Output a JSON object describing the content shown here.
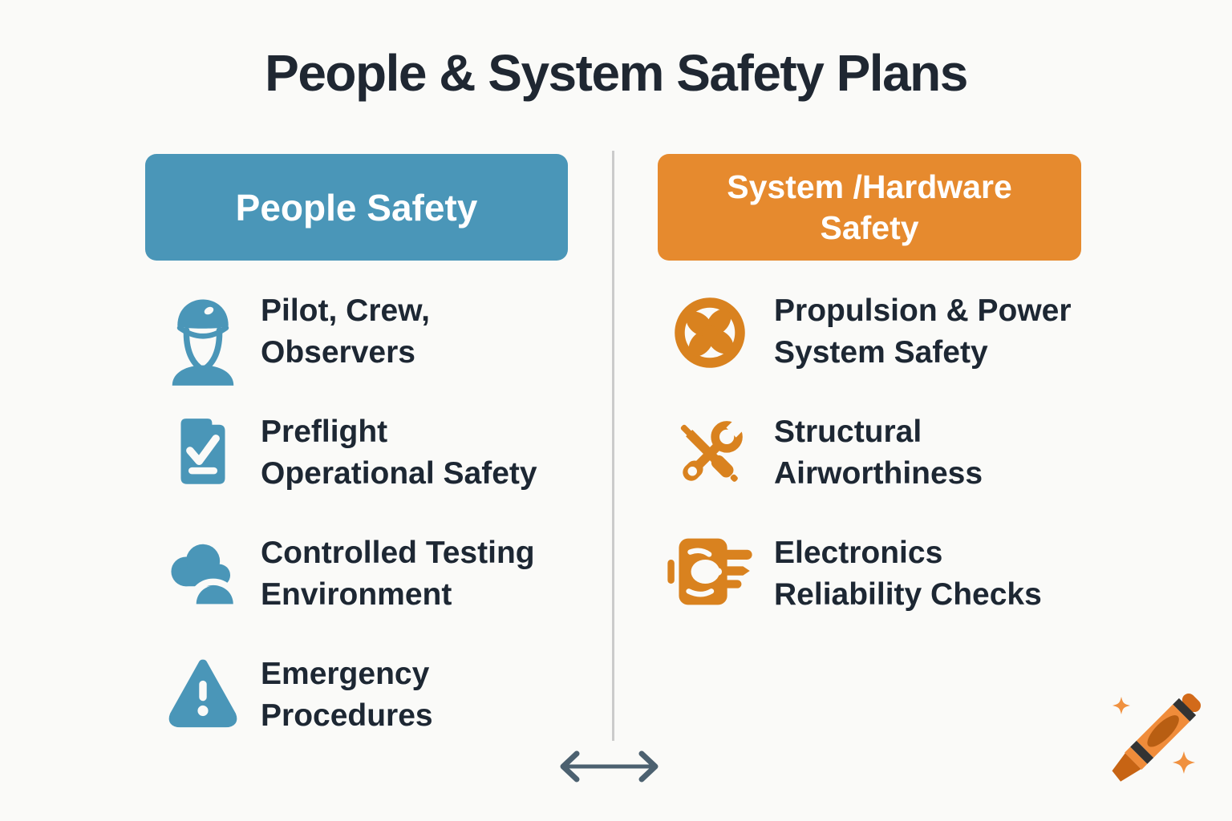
{
  "title": "People & System Safety Plans",
  "colors": {
    "people_accent": "#4A96B8",
    "system_accent": "#E68A2E",
    "system_icon": "#D9821F",
    "text": "#1D2733",
    "divider": "#CBCBCB",
    "arrow": "#4C6170",
    "background": "#FAFAF8"
  },
  "columns": [
    {
      "id": "people-safety",
      "header_lines": [
        "People Safety"
      ],
      "items": [
        {
          "icon": "pilot-icon",
          "lines": [
            "Pilot, Crew,",
            "Observers"
          ]
        },
        {
          "icon": "checklist-icon",
          "lines": [
            "Preflight",
            "Operational Safety"
          ]
        },
        {
          "icon": "cloud-icon",
          "lines": [
            "Controlled Testing",
            "Environment"
          ]
        },
        {
          "icon": "warning-icon",
          "lines": [
            "Emergency",
            "Procedures"
          ]
        }
      ]
    },
    {
      "id": "system-hardware-safety",
      "header_lines": [
        "System /Hardware",
        "Safety"
      ],
      "items": [
        {
          "icon": "propeller-icon",
          "lines": [
            "Propulsion & Power",
            "System Safety"
          ]
        },
        {
          "icon": "tools-icon",
          "lines": [
            "Structural",
            "Airworthiness"
          ]
        },
        {
          "icon": "circuit-icon",
          "lines": [
            "Electronics",
            "Reliability Checks"
          ]
        }
      ]
    }
  ],
  "footer": {
    "arrow_icon": "left-right-arrow",
    "logo_icon": "crayon-with-sparkles"
  }
}
